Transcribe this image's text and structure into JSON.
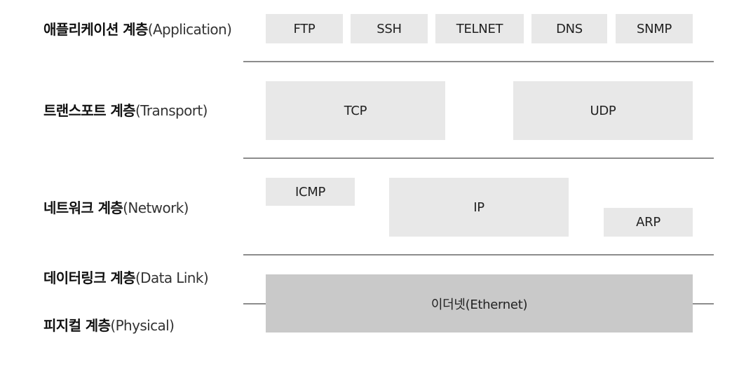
{
  "layers": {
    "application": {
      "ko": "애플리케이션 계층",
      "en": "(Application)"
    },
    "transport": {
      "ko": "트랜스포트 계층",
      "en": "(Transport)"
    },
    "network": {
      "ko": "네트워크 계층",
      "en": "(Network)"
    },
    "datalink": {
      "ko": "데이터링크 계층",
      "en": "(Data Link)"
    },
    "physical": {
      "ko": "피지컬 계층",
      "en": "(Physical)"
    }
  },
  "protocols": {
    "ftp": "FTP",
    "ssh": "SSH",
    "telnet": "TELNET",
    "dns": "DNS",
    "snmp": "SNMP",
    "tcp": "TCP",
    "udp": "UDP",
    "icmp": "ICMP",
    "ip": "IP",
    "arp": "ARP",
    "ethernet": "이더넷(Ethernet)"
  },
  "colors": {
    "box_fill": "#e8e8e8",
    "ethernet_fill": "#c9c9c9",
    "divider": "#8c8c8c"
  }
}
